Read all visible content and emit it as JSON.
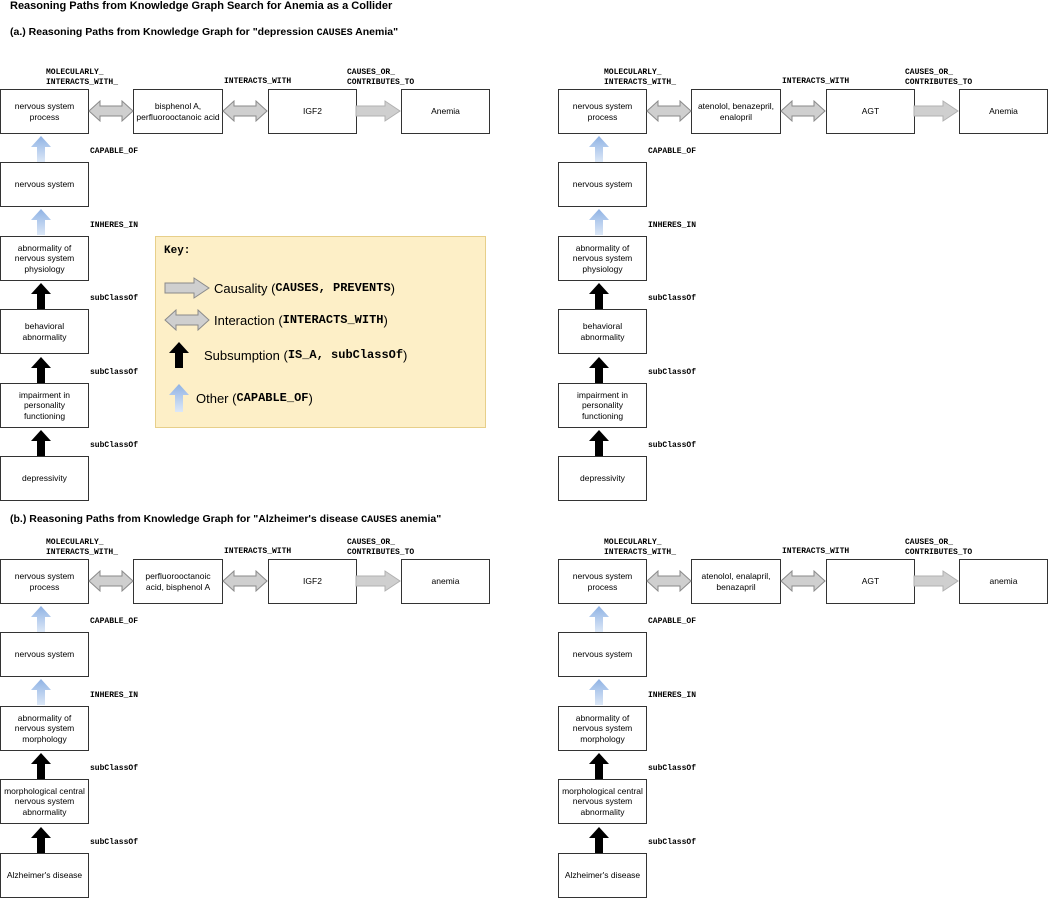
{
  "title": "Reasoning Paths from Knowledge Graph Search for Anemia as a Collider",
  "section_a": {
    "prefix": "(a.) Reasoning Paths from Knowledge Graph for \"depression ",
    "mono": "CAUSES",
    "suffix": " Anemia\""
  },
  "section_b": {
    "prefix": "(b.) Reasoning Paths from Knowledge Graph for \"Alzheimer's disease ",
    "mono": "CAUSES",
    "suffix": " anemia\""
  },
  "relations": {
    "molecularly": "MOLECULARLY_\nINTERACTS_WITH_",
    "interacts": "INTERACTS_WITH",
    "causes": "CAUSES_OR_\nCONTRIBUTES_TO",
    "capable": "CAPABLE_OF",
    "inheres": "INHERES_IN",
    "subclass": "subClassOf"
  },
  "panels": {
    "a_left": {
      "top": [
        "nervous system process",
        "bisphenol A, perfluorooctanoic acid",
        "IGF2",
        "Anemia"
      ],
      "chain": [
        "nervous system",
        "abnormality of nervous system physiology",
        "behavioral abnormality",
        "impairment in personality functioning",
        "depressivity"
      ]
    },
    "a_right": {
      "top": [
        "nervous system process",
        "atenolol, benazepril, enalopril",
        "AGT",
        "Anemia"
      ],
      "chain": [
        "nervous system",
        "abnormality of nervous system physiology",
        "behavioral abnormality",
        "impairment in personality functioning",
        "depressivity"
      ]
    },
    "b_left": {
      "top": [
        "nervous system process",
        "perfluorooctanoic acid, bisphenol A",
        "IGF2",
        "anemia"
      ],
      "chain": [
        "nervous system",
        "abnormality of nervous system morphology",
        "morphological central nervous system abnormality",
        "Alzheimer's disease"
      ]
    },
    "b_right": {
      "top": [
        "nervous system process",
        "atenolol, enalapril, benazapril",
        "AGT",
        "anemia"
      ],
      "chain": [
        "nervous system",
        "abnormality of nervous system morphology",
        "morphological central nervous system abnormality",
        "Alzheimer's disease"
      ]
    }
  },
  "key": {
    "title": "Key:",
    "causality": {
      "text": "Causality (",
      "mono": "CAUSES, PREVENTS",
      "end": ")"
    },
    "interaction": {
      "text": "Interaction (",
      "mono": "INTERACTS_WITH",
      "end": ")"
    },
    "subsumption": {
      "text": "Subsumption (",
      "mono": "IS_A, subClassOf",
      "end": ")"
    },
    "other": {
      "text": "Other (",
      "mono": "CAPABLE_OF",
      "end": ")"
    }
  },
  "colors": {
    "key_bg": "#fdefc7",
    "arrow_grey": "#cfcfcf",
    "arrow_blue": "#a9c3e8",
    "arrow_black": "#000000"
  }
}
